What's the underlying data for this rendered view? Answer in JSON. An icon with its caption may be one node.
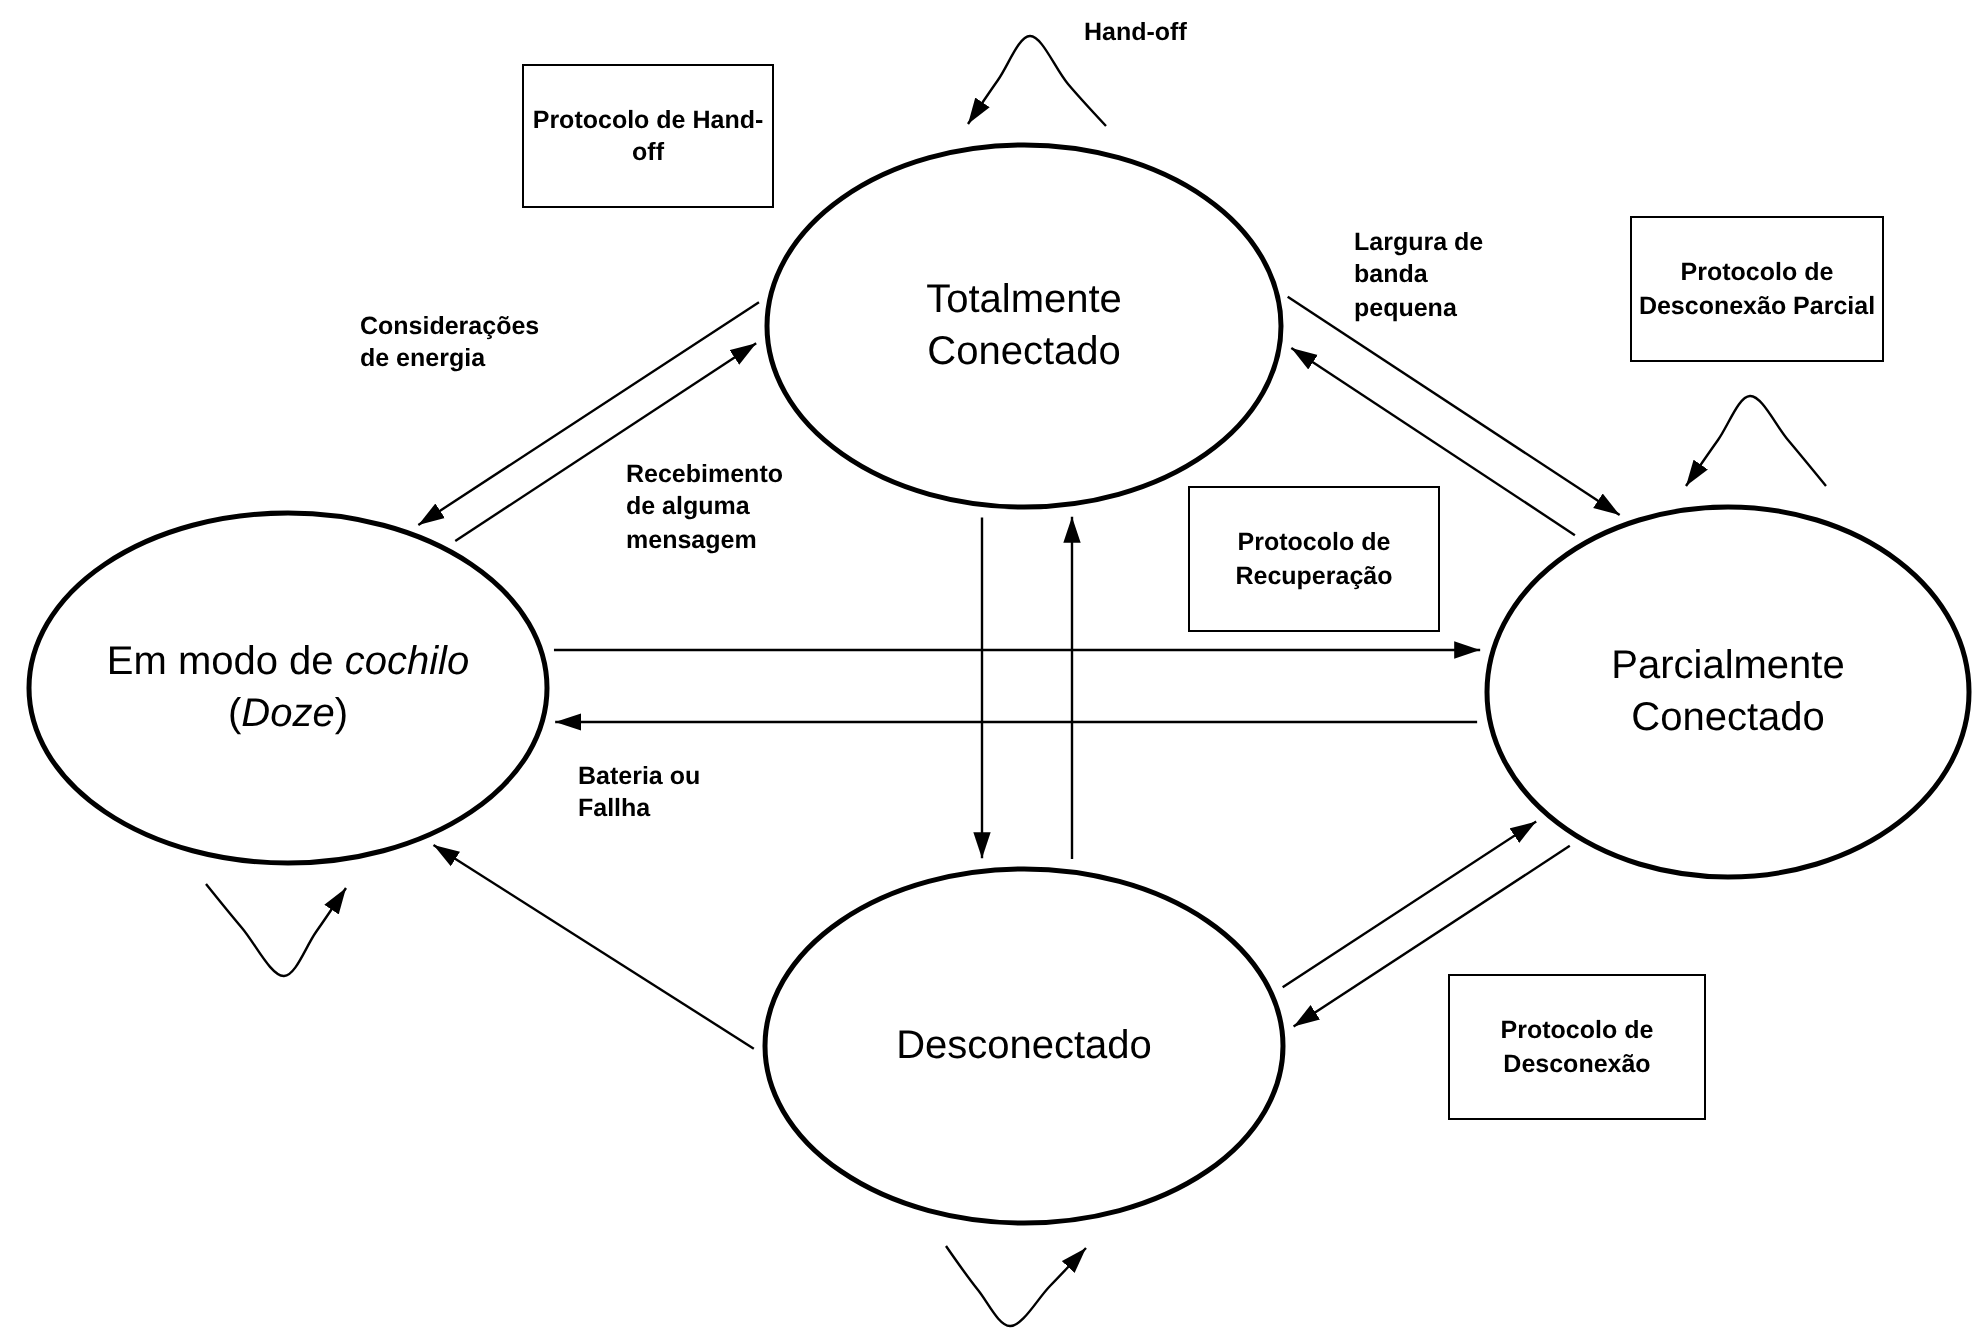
{
  "diagram": {
    "nodes": [
      {
        "text": [
          "Totalmente Conectado"
        ]
      },
      {
        "text": [
          "Em modo de *cochilo* (*Doze*)"
        ]
      },
      {
        "text": [
          "Parcialmente Conectado"
        ]
      },
      {
        "text": [
          "Desconectado"
        ]
      },
      {
        "text": [
          "Protocolo de Hand-off"
        ]
      },
      {
        "text": [
          "Protocolo de Desconexão Parcial"
        ]
      },
      {
        "text": [
          "Protocolo de Recuperação"
        ]
      },
      {
        "text": [
          "Protocolo de Desconexão"
        ]
      }
    ],
    "edges": [
      {
        "from": 0,
        "to": 0,
        "arrow": "to",
        "label": "Hand-off"
      },
      {
        "from": 0,
        "to": 1,
        "arrow": "to",
        "label": "Considerações de energia"
      },
      {
        "from": 1,
        "to": 0,
        "arrow": "to",
        "label": "Recebimento de alguma mensagem"
      },
      {
        "from": 0,
        "to": 2,
        "arrow": "to",
        "label": "Largura de banda pequena"
      },
      {
        "from": 2,
        "to": 0,
        "arrow": "to"
      },
      {
        "from": 1,
        "to": 2,
        "arrow": "to"
      },
      {
        "from": 2,
        "to": 1,
        "arrow": "to",
        "label": "Bateria ou Fallha"
      },
      {
        "from": 0,
        "to": 3,
        "arrow": "to"
      },
      {
        "from": 3,
        "to": 0,
        "arrow": "to"
      },
      {
        "from": 3,
        "to": 1,
        "arrow": "to"
      },
      {
        "from": 3,
        "to": 2,
        "arrow": "to"
      },
      {
        "from": 2,
        "to": 3,
        "arrow": "to"
      },
      {
        "from": 1,
        "to": 1,
        "arrow": "to"
      },
      {
        "from": 2,
        "to": 2,
        "arrow": "to"
      },
      {
        "from": 3,
        "to": 3,
        "arrow": "to"
      }
    ]
  }
}
